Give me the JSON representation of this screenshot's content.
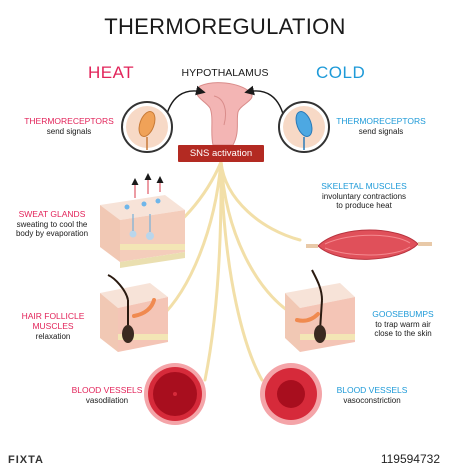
{
  "title": "THERMOREGULATION",
  "heat_label": "HEAT",
  "cold_label": "COLD",
  "hypothalamus_label": "HYPOTHALAMUS",
  "sns_label": "SNS activation",
  "left": {
    "thermoreceptors": {
      "title": "THERMORECEPTORS",
      "desc": "send signals"
    },
    "sweat_glands": {
      "title": "SWEAT GLANDS",
      "desc": [
        "sweating to cool the",
        "body by evaporation"
      ]
    },
    "hair_follicle": {
      "title": [
        "HAIR FOLLICLE",
        "MUSCLES"
      ],
      "desc": "relaxation"
    },
    "blood_vessels": {
      "title": "BLOOD VESSELS",
      "desc": "vasodilation"
    }
  },
  "right": {
    "thermoreceptors": {
      "title": "THERMORECEPTORS",
      "desc": "send signals"
    },
    "skeletal_muscles": {
      "title": "SKELETAL MUSCLES",
      "desc": [
        "involuntary contractions",
        "to produce heat"
      ]
    },
    "goosebumps": {
      "title": "GOOSEBUMPS",
      "desc": [
        "to trap warm air",
        "close to the skin"
      ]
    },
    "blood_vessels": {
      "title": "BLOOD VESSELS",
      "desc": "vasoconstriction"
    }
  },
  "watermark": {
    "logo": "FIXTA",
    "id": "119594732"
  },
  "colors": {
    "heat": "#e2245a",
    "cold": "#1e9ad8",
    "sns_box": "#b32a22",
    "nerve": "#f2dfa8",
    "skin": "#f4c9b8",
    "muscle": "#e0505a"
  }
}
